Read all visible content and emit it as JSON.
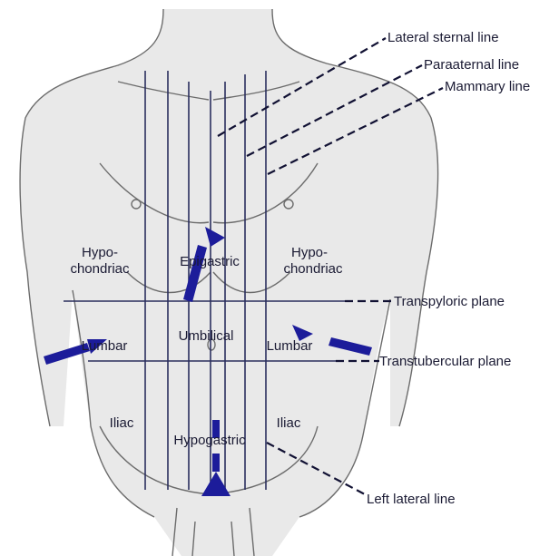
{
  "labels": {
    "lateral_sternal_line": "Lateral sternal line",
    "parasternal_line": "Paraaternal line",
    "mammary_line": "Mammary line",
    "transpyloric_plane": "Transpyloric plane",
    "transtubercular_plane": "Transtubercular plane",
    "left_lateral_line": "Left lateral line"
  },
  "regions": {
    "hypochondriac_left_1": "Hypo-",
    "hypochondriac_left_2": "chondriac",
    "epigastric": "Epigastric",
    "hypochondriac_right_1": "Hypo-",
    "hypochondriac_right_2": "chondriac",
    "lumbar_left": "Lumbar",
    "umbilical": "Umbilical",
    "lumbar_right": "Lumbar",
    "iliac_left": "Iliac",
    "hypogastric": "Hypogastric",
    "iliac_right": "Iliac"
  },
  "colors": {
    "grid_line": "#2b2f5e",
    "arrow": "#1c1c9a",
    "label_text": "#1a1a33"
  }
}
